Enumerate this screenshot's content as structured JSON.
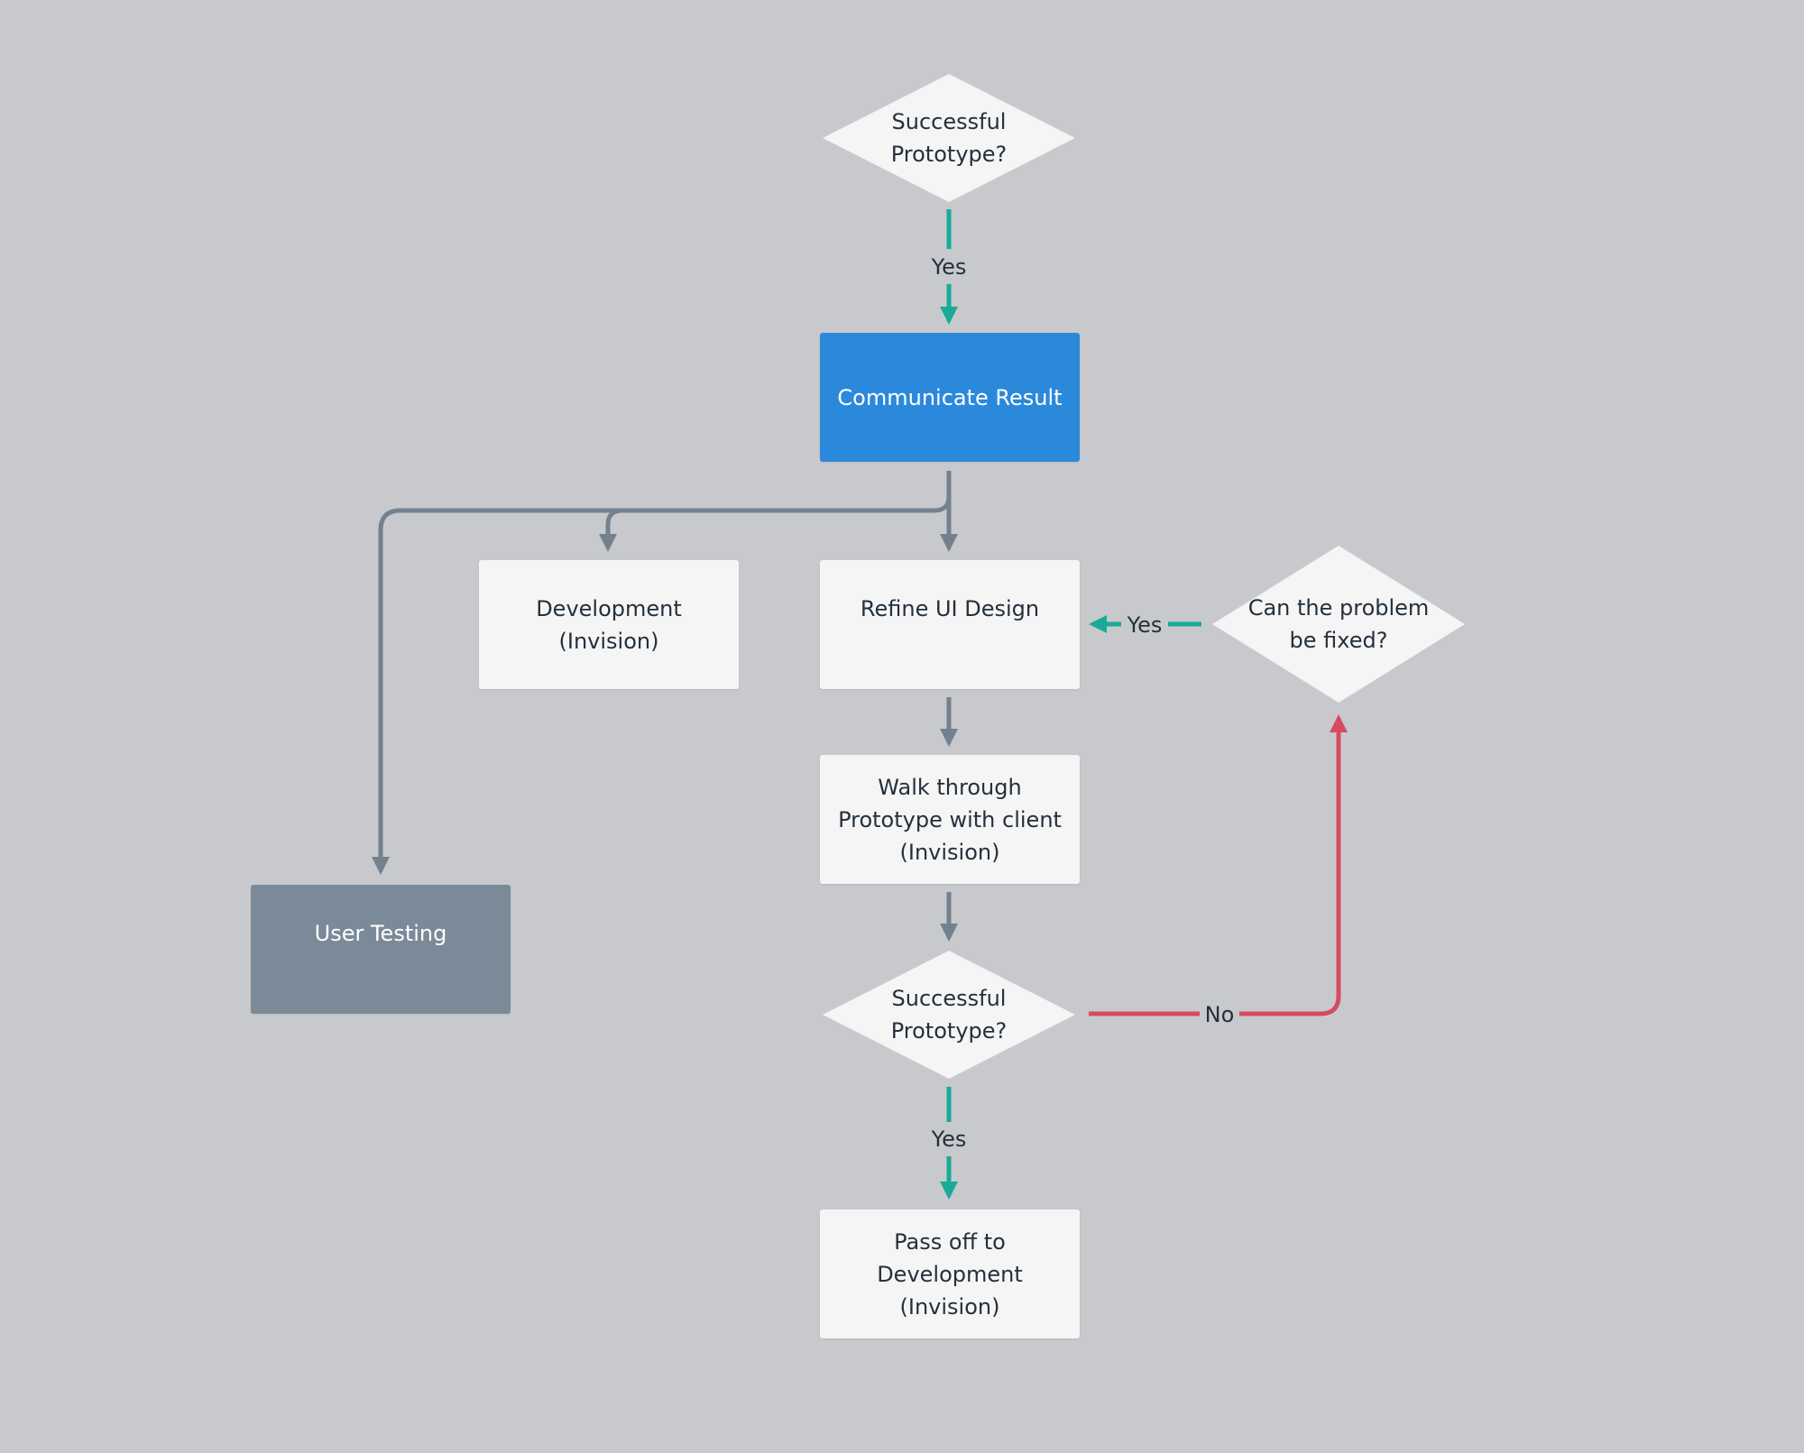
{
  "nodes": {
    "decision_top": "Successful\nPrototype?",
    "communicate_result": "Communicate Result",
    "development": "Development\n(Invision)",
    "refine_ui": "Refine UI Design",
    "can_fix": "Can the problem\nbe fixed?",
    "walkthrough": "Walk through\nPrototype with client\n(Invision)",
    "user_testing": "User Testing",
    "decision_bottom": "Successful\nPrototype?",
    "pass_off": "Pass off to\nDevelopment\n(Invision)"
  },
  "edge_labels": {
    "top_yes": "Yes",
    "fix_yes": "Yes",
    "no": "No",
    "bottom_yes": "Yes"
  },
  "colors": {
    "background": "#c8c9cd",
    "node": "#f5f5f5",
    "primary": "#2b89dc",
    "muted": "#7a8a99",
    "connector": "#73818f",
    "yes": "#1aaa98",
    "no": "#d84a61",
    "text": "#24303c"
  }
}
